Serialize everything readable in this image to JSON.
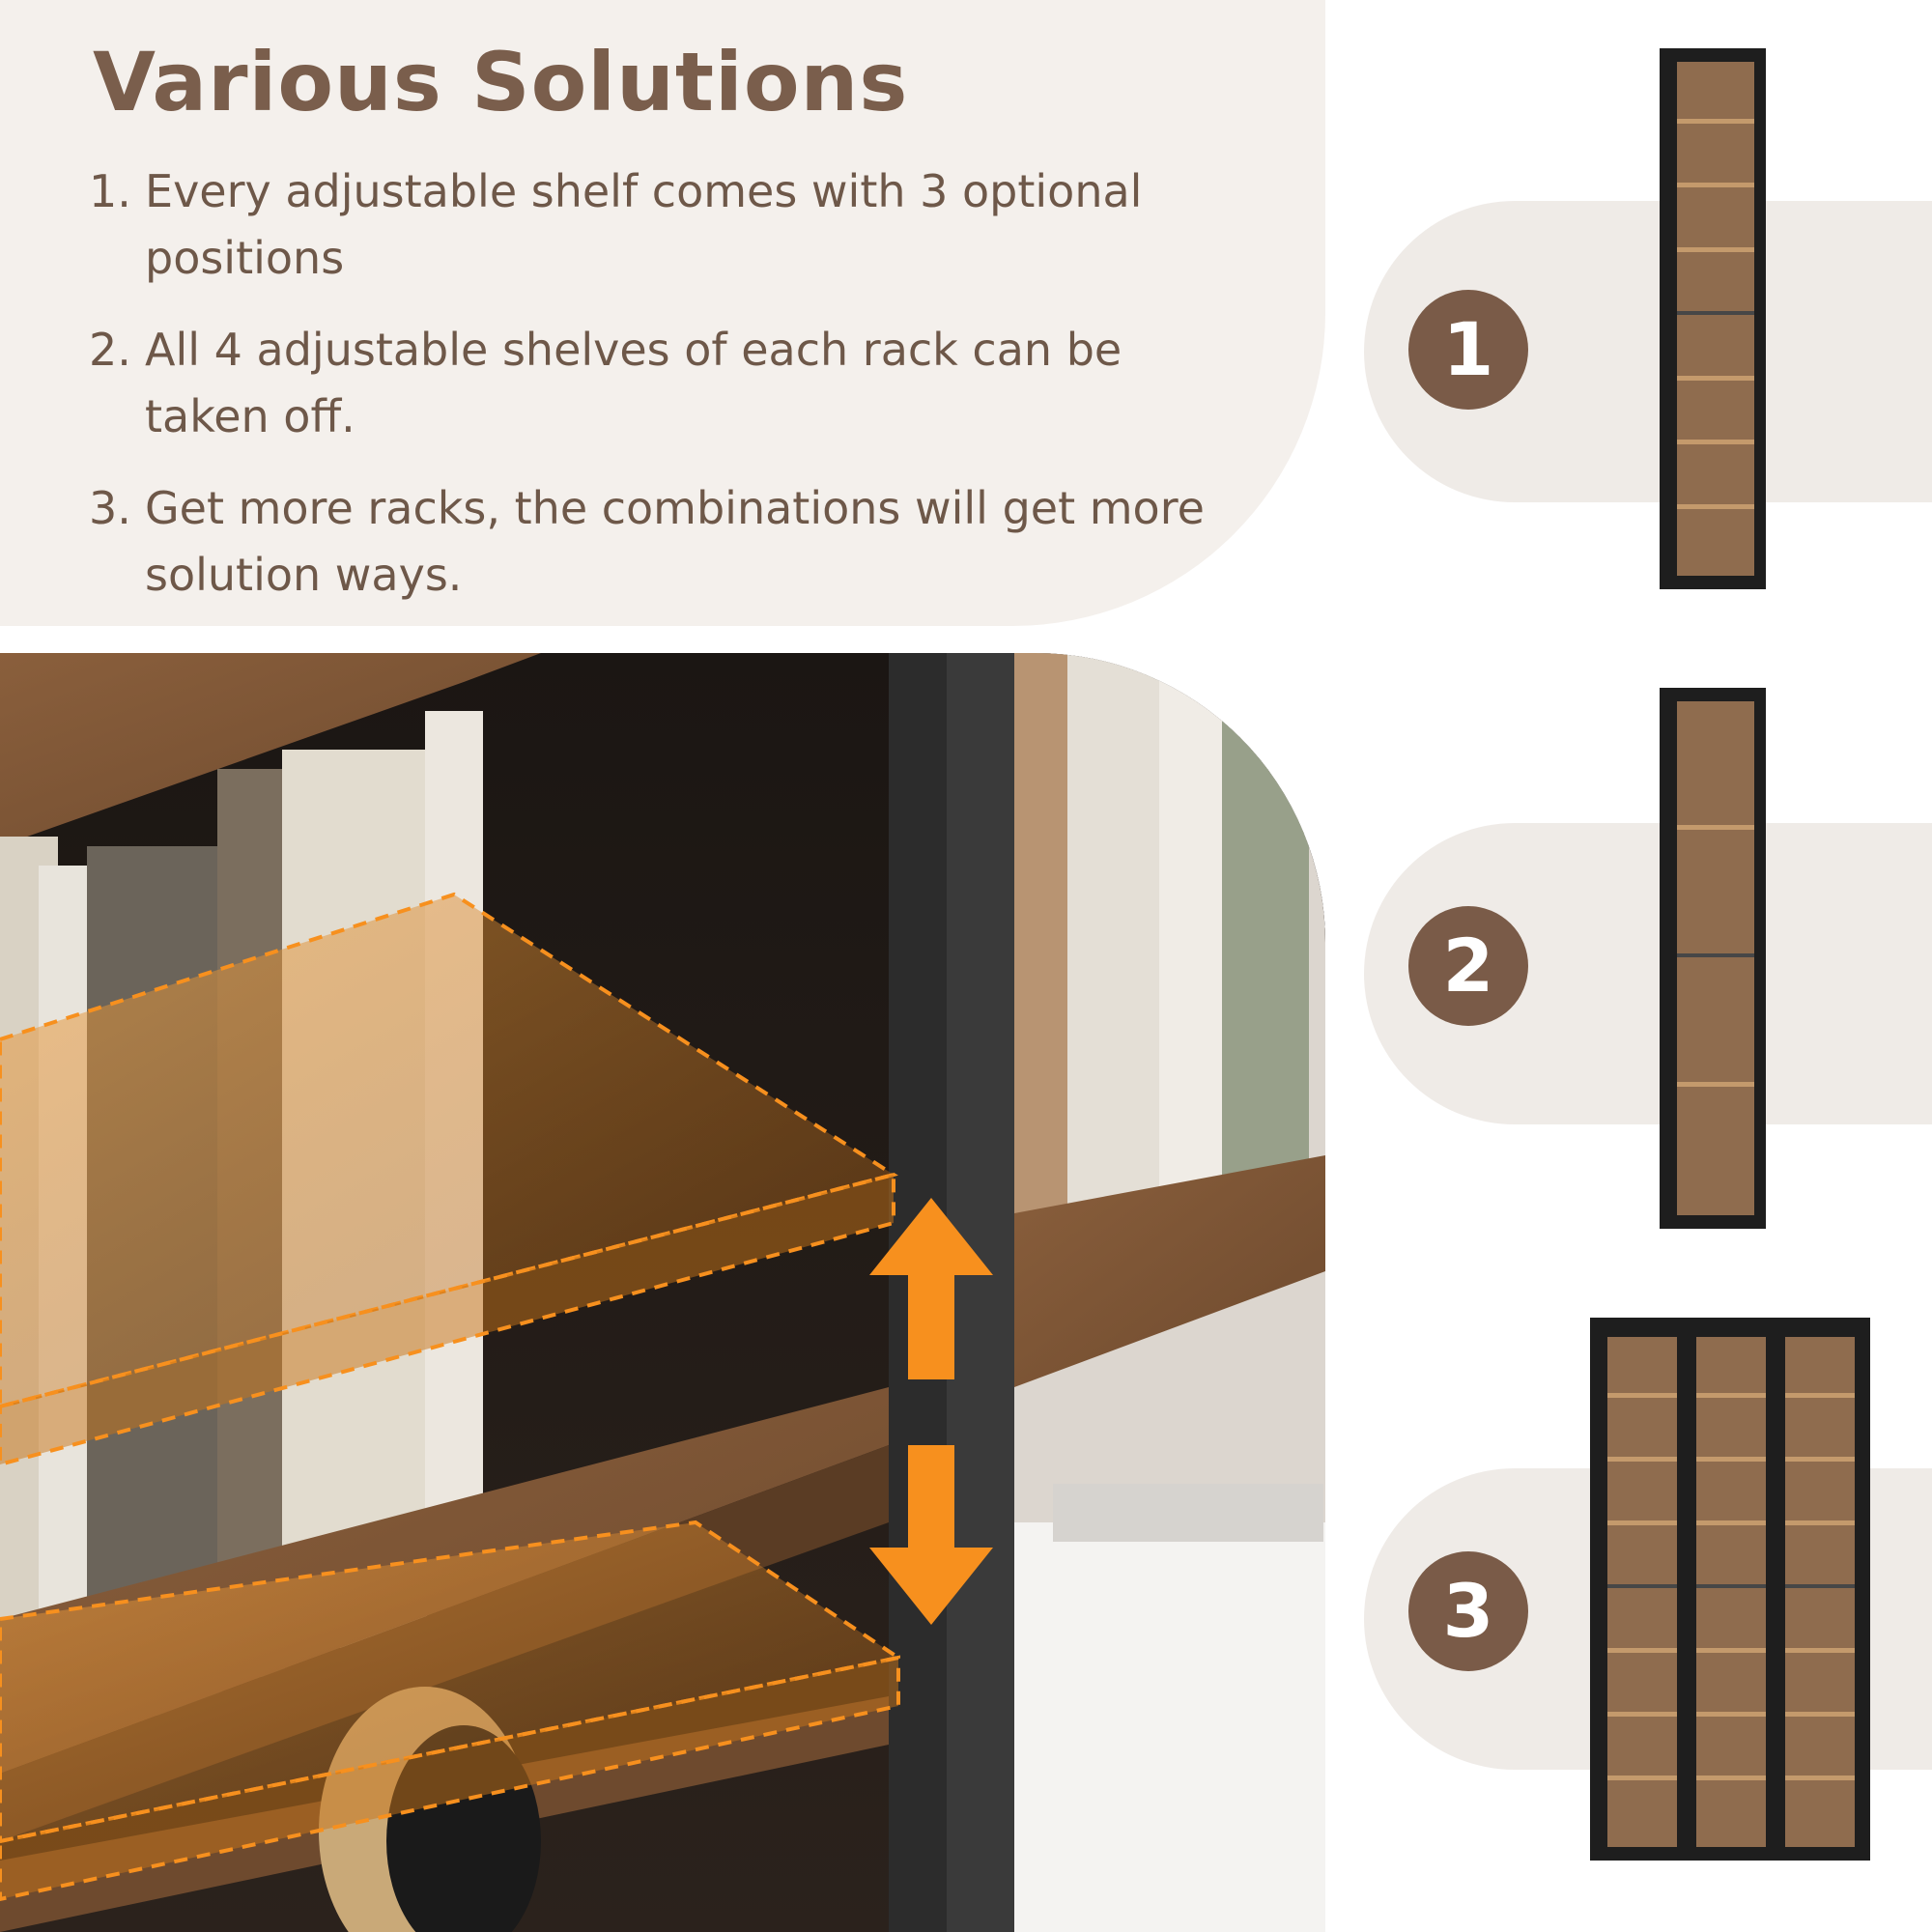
{
  "heading": "Various Solutions",
  "features": [
    {
      "num": "1.",
      "text": "Every adjustable shelf comes with 3 optional positions"
    },
    {
      "num": "2.",
      "text": "All 4 adjustable shelves of each rack can be taken off."
    },
    {
      "num": "3.",
      "text": "Get more racks, the combinations will get more solution ways."
    }
  ],
  "steps": [
    {
      "label": "1"
    },
    {
      "label": "2"
    },
    {
      "label": "3"
    }
  ],
  "colors": {
    "accent_brown": "#7a5b48",
    "title_brown": "#7a5e4c",
    "card_bg": "#f4f0ec",
    "arrow_orange": "#f7901e",
    "rack_black": "#1e1e1e",
    "rack_wood": "#8f6c4e"
  }
}
